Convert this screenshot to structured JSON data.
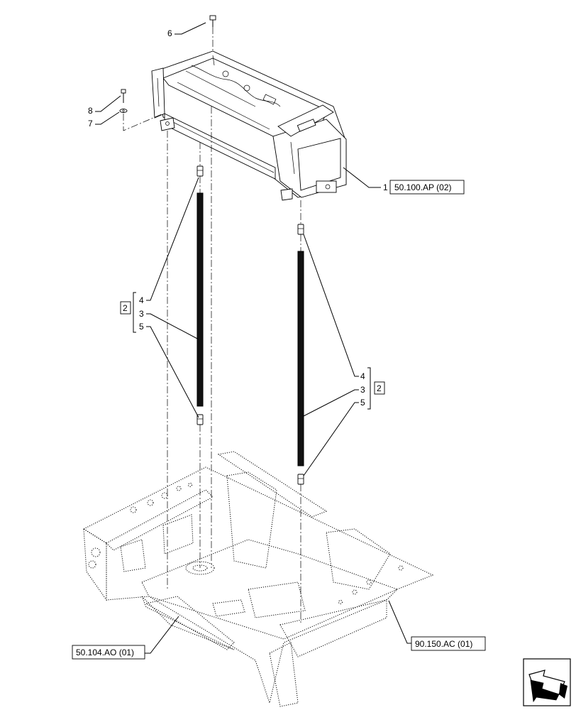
{
  "callouts": {
    "item1": "1",
    "item2_left": "2",
    "item3_left": "3",
    "item4_left": "4",
    "item5_left": "5",
    "item2_right": "2",
    "item3_right": "3",
    "item4_right": "4",
    "item5_right": "5",
    "item6": "6",
    "item7": "7",
    "item8": "8"
  },
  "references": {
    "heater_unit": "50.100.AP (02)",
    "floor_duct": "50.104.AO (01)",
    "cab_frame": "90.150.AC (01)"
  },
  "icons": {
    "nav": "view-direction-arrow-icon"
  }
}
